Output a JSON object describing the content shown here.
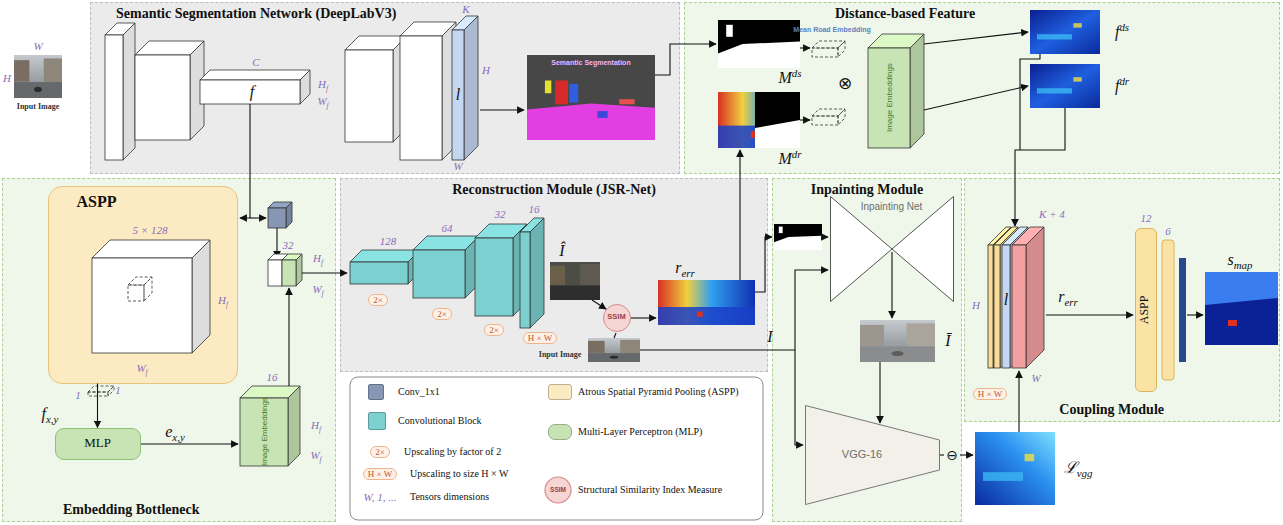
{
  "diagram": {
    "nodes": [
      {
        "text": [
          "Semantic Segmentation Network (DeepLabV3)"
        ]
      },
      {
        "text": [
          "Distance-based Feature"
        ]
      },
      {
        "text": [
          "Embedding Bottleneck"
        ]
      },
      {
        "text": [
          "ASPP"
        ],
        "in": 2
      },
      {
        "text": [
          "MLP"
        ],
        "in": 2
      },
      {
        "text": [
          "Reconstruction Module (JSR-Net)"
        ]
      },
      {
        "text": [
          "SSIM"
        ],
        "in": 5
      },
      {
        "text": [
          "Inpainting Module"
        ]
      },
      {
        "text": [
          "Inpainting Net"
        ],
        "in": 7
      },
      {
        "text": [
          "VGG-16"
        ],
        "in": 7
      },
      {
        "text": [
          "Coupling Module"
        ]
      },
      {
        "text": [
          "ASPP"
        ],
        "in": 10
      }
    ],
    "edges": [
      {
        "from": 3,
        "to": 4,
        "arrow": "to"
      }
    ],
    "labels": [
      "W",
      "H",
      "Input Image",
      "C",
      "f",
      "Hf",
      "Wf",
      "K",
      "l",
      "H",
      "W",
      "Semantic Segmentation",
      "Mean Road Embedding",
      "Mds",
      "Mdr",
      "⊗",
      "Image Embeddings",
      "fds",
      "fdr",
      "5 × 128",
      "Hf",
      "Wf",
      "1",
      "1",
      "fx,y",
      "ex,y",
      "Image Embeddings",
      "16",
      "Hf",
      "Wf",
      "32",
      "Hf",
      "Wf",
      "128",
      "64",
      "32",
      "16",
      "2×",
      "2×",
      "2×",
      "H × W",
      "Î",
      "rerr",
      "Input Image",
      "I",
      "Ī",
      "ℒvgg",
      "⊖",
      "K + 4",
      "H",
      "l",
      "rerr",
      "W",
      "H × W",
      "12",
      "6",
      "smap",
      "2×",
      "H × W",
      "W, 1, ...",
      "SSIM"
    ],
    "legend": [
      {
        "text": "Conv_1x1",
        "color": "#8696b3"
      },
      {
        "text": "Convolutional Block",
        "color": "#7dd0d0"
      },
      {
        "text": "Upscaling by factor of 2"
      },
      {
        "text": "Upscaling to size H × W"
      },
      {
        "text": "Tensors dimensions"
      },
      {
        "text": "Atrous Spatial Pyramid Pooling (ASPP)",
        "color": "#fcebc2"
      },
      {
        "text": "Multi-Layer Perceptron (MLP)",
        "color": "#c9e4b4"
      },
      {
        "text": "Structural Similarity Index Measure"
      }
    ]
  }
}
